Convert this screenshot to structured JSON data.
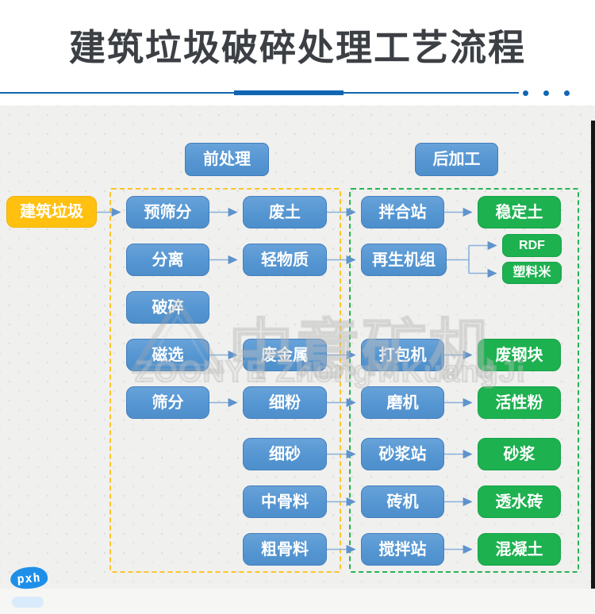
{
  "header": {
    "title": "建筑垃圾破碎处理工艺流程"
  },
  "groups": {
    "pre": "前处理",
    "post": "后加工"
  },
  "nodes": {
    "source": "建筑垃圾",
    "pre_screen": "预筛分",
    "waste_soil": "废土",
    "mixing_station": "拌合站",
    "stable_soil": "稳定土",
    "separate": "分离",
    "light_material": "轻物质",
    "regen_unit": "再生机组",
    "rdf": "RDF",
    "plastic_pellet": "塑料米",
    "crush": "破碎",
    "magnetic": "磁选",
    "scrap_metal": "废金属",
    "baler": "打包机",
    "scrap_steel": "废钢块",
    "screen": "筛分",
    "fine_powder": "细粉",
    "mill": "磨机",
    "active_powder": "活性粉",
    "fine_sand": "细砂",
    "mortar_station": "砂浆站",
    "mortar": "砂浆",
    "mid_aggregate": "中骨料",
    "brick_machine": "砖机",
    "permeable_brick": "透水砖",
    "coarse_aggregate": "粗骨料",
    "mixing_plant": "搅拌站",
    "concrete": "混凝土"
  },
  "edges": [
    "source→pre_screen",
    "pre_screen→waste_soil",
    "waste_soil→mixing_station",
    "mixing_station→stable_soil",
    "separate→light_material",
    "light_material→regen_unit",
    "regen_unit→rdf",
    "regen_unit→plastic_pellet",
    "magnetic→scrap_metal",
    "scrap_metal→baler",
    "baler→scrap_steel",
    "screen→fine_powder",
    "fine_powder→mill",
    "mill→active_powder",
    "fine_sand→mortar_station",
    "mortar_station→mortar",
    "mid_aggregate→brick_machine",
    "brick_machine→permeable_brick",
    "coarse_aggregate→mixing_plant",
    "mixing_plant→concrete"
  ],
  "watermark": {
    "cn": "中意矿机",
    "en": "ZOONYE ZhongYiKuangJi"
  },
  "sticker": {
    "label": "pxh"
  },
  "colors": {
    "node_blue": "#5b9bd5",
    "node_green": "#1db150",
    "node_yellow": "#ffc010",
    "divider_blue": "#1166b3",
    "dashed_yellow": "#fdc32b",
    "dashed_green": "#27b356"
  }
}
